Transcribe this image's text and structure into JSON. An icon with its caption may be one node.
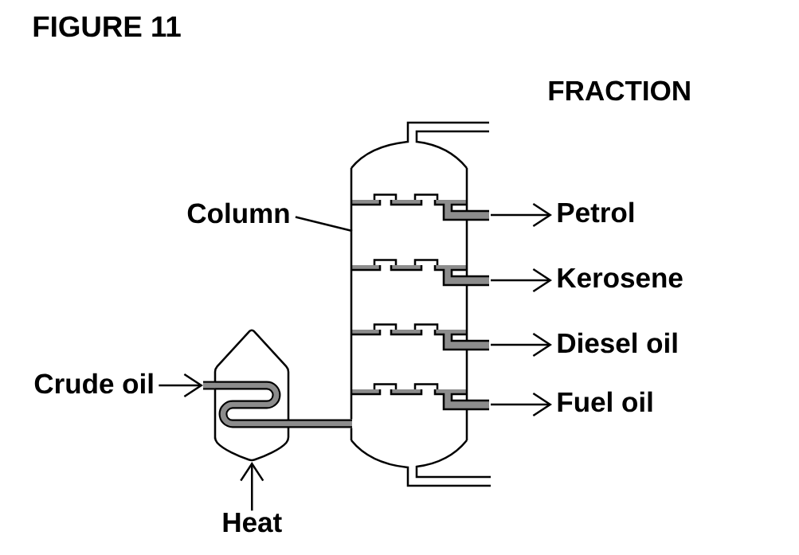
{
  "diagram": {
    "title": "FIGURE 11",
    "nodes": [
      {
        "text": [
          "Column"
        ]
      },
      {
        "text": [],
        "shape": "picture"
      },
      {
        "text": [
          "Petrol"
        ]
      },
      {
        "text": [
          "Kerosene"
        ]
      },
      {
        "text": [
          "Diesel oil"
        ]
      },
      {
        "text": [
          "Crude oil"
        ]
      },
      {
        "text": [],
        "shape": "hexagon"
      },
      {
        "text": [
          "Fuel oil"
        ]
      },
      {
        "text": [
          "Heat"
        ]
      }
    ],
    "edges": [
      {
        "from": 0,
        "to": 1,
        "arrow": "none"
      },
      {
        "from": 5,
        "to": 6,
        "arrow": "to"
      },
      {
        "from": 8,
        "to": 6,
        "arrow": "to"
      },
      {
        "from": 6,
        "to": 1,
        "arrow": "none",
        "style": "thick"
      },
      {
        "from": 1,
        "to": 2,
        "arrow": "to"
      },
      {
        "from": 1,
        "to": 3,
        "arrow": "to"
      },
      {
        "from": 1,
        "to": 4,
        "arrow": "to"
      },
      {
        "from": 1,
        "to": 7,
        "arrow": "to"
      }
    ],
    "labels": [
      "FRACTION"
    ]
  }
}
